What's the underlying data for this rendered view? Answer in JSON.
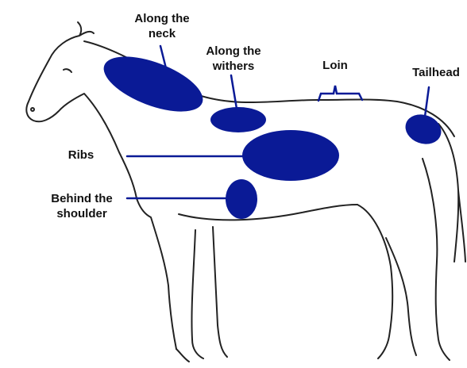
{
  "diagram": {
    "colors": {
      "patch": "#0a1a96",
      "leader": "#0a1a96",
      "outline": "#222222",
      "text": "#111111",
      "background": "#ffffff"
    },
    "labels": {
      "neck": {
        "line1": "Along the",
        "line2": "neck"
      },
      "withers": {
        "line1": "Along the",
        "line2": "withers"
      },
      "loin": "Loin",
      "tailhead": "Tailhead",
      "ribs": "Ribs",
      "shoulder": {
        "line1": "Behind the",
        "line2": "shoulder"
      }
    }
  }
}
